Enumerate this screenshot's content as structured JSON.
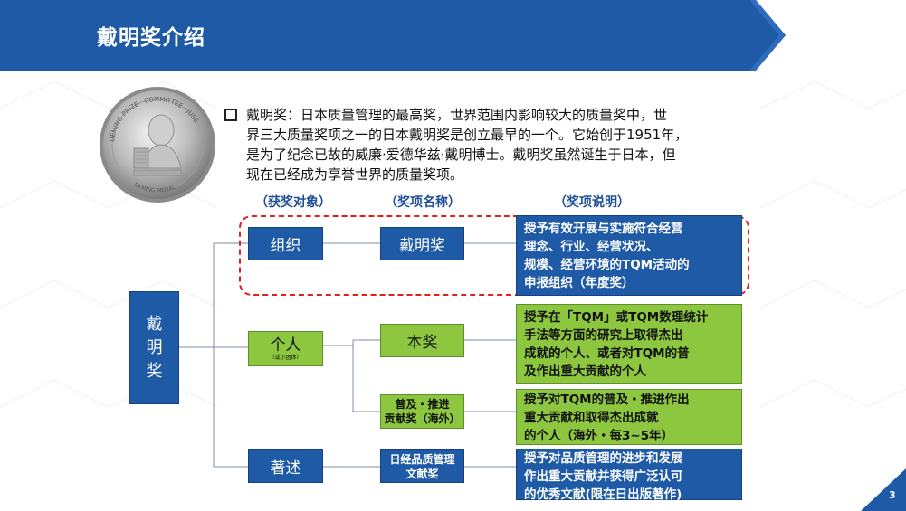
{
  "slide": {
    "title": "戴明奖介绍",
    "page_number": "3",
    "accent_color": "#1e5aa6",
    "highlight_color": "#8dc63f",
    "dash_color": "#e02020"
  },
  "intro": {
    "lines": [
      "戴明奖：日本质量管理的最高奖，世界范围内影响较大的质量奖中，世",
      "界三大质量奖项之一的日本戴明奖是创立最早的一个。它始创于1951年，",
      "是为了纪念已故的威廉·爱德华兹·戴明博士。戴明奖虽然诞生于日本，但",
      "现在已经成为享誉世界的质量奖项。"
    ]
  },
  "headers": {
    "recipient": "（获奖对象）",
    "award_name": "（奖项名称）",
    "award_desc": "（奖项说明）"
  },
  "root": {
    "chars": [
      "戴",
      "明",
      "奖"
    ]
  },
  "recipients": {
    "org": "组织",
    "individual": "个人",
    "individual_sub": "（或小团体）",
    "writing": "著述"
  },
  "awards": {
    "deming_prize": "戴明奖",
    "main_prize": "本奖",
    "dissemination_line1": "普及・推进",
    "dissemination_line2": "贡献奖（海外）",
    "nikkei_line1": "日经品质管理",
    "nikkei_line2": "文献奖"
  },
  "descriptions": {
    "org": [
      "授予有效开展与实施符合经营",
      "理念、行业、经营状况、",
      "规模、经营环境的TQM活动的",
      "申报组织（年度奖）"
    ],
    "main": [
      "授予在「TQM」或TQM数理统计",
      "手法等方面的研究上取得杰出",
      "成就的个人、或者对TQM的普",
      "及作出重大贡献的个人"
    ],
    "dissemination": [
      "授予对TQM的普及・推进作出",
      "重大贡献和取得杰出成就",
      "的个人（海外・每3~5年）"
    ],
    "nikkei": [
      "授予对品质管理的进步和发展",
      "作出重大贡献并获得广泛认可",
      "的优秀文献(限在日出版著作)"
    ]
  },
  "medal": {
    "top_text": "DEMING PRIZE · COMMITTEE · JUSE",
    "bottom_text": "DEMING MEDAL"
  }
}
